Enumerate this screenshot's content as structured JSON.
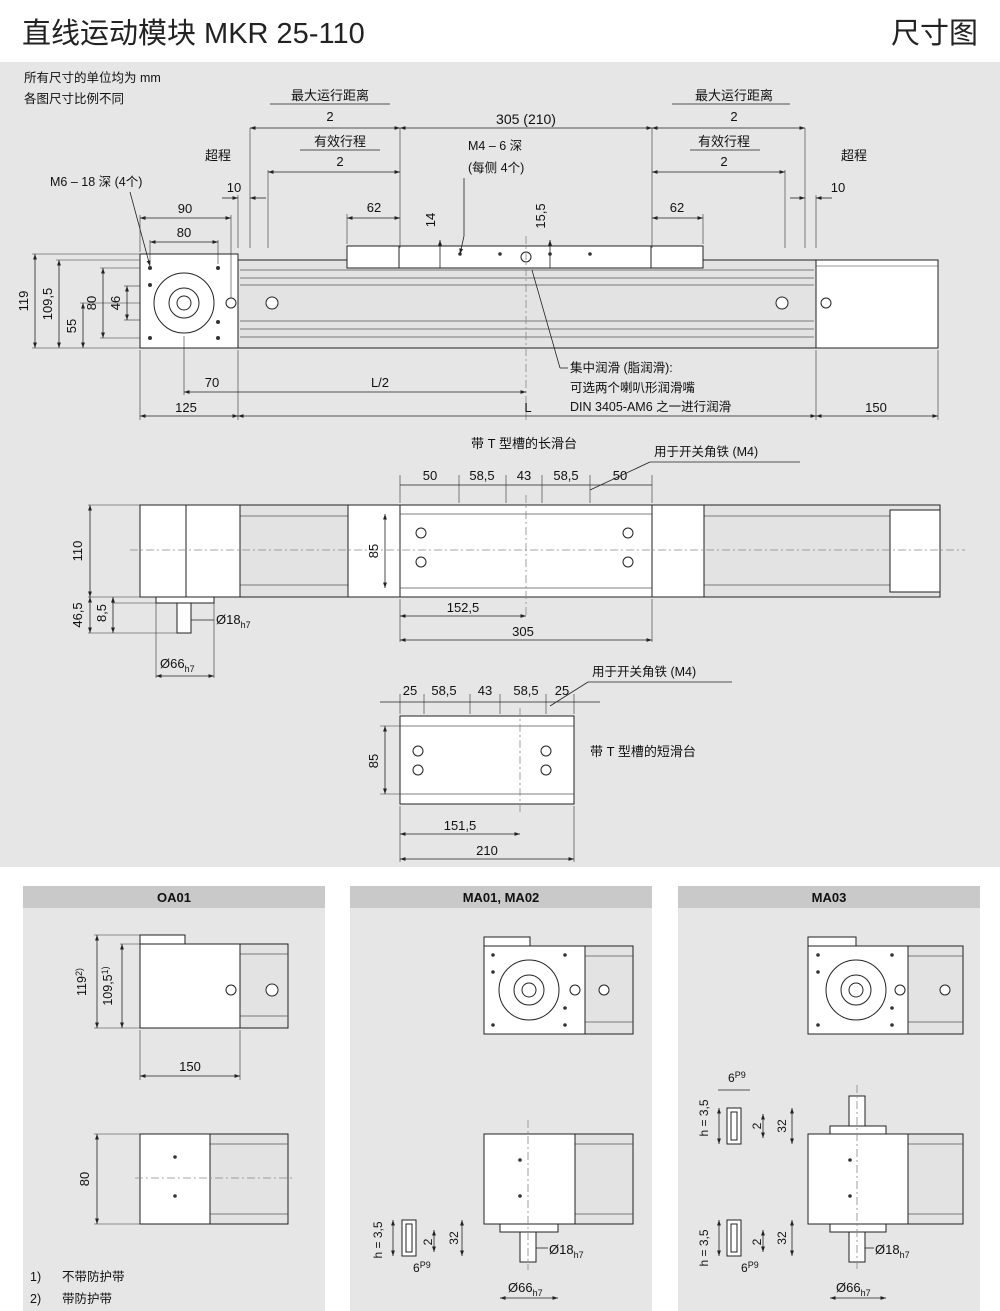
{
  "header": {
    "title": "直线运动模块 MKR 25-110",
    "section": "尺寸图"
  },
  "notes": [
    "所有尺寸的单位均为 mm",
    "各图尺寸比例不同"
  ],
  "top_view": {
    "labels": {
      "max_travel_left": "最大运行距离",
      "max_travel_right": "最大运行距离",
      "eff_stroke_left": "有效行程",
      "eff_stroke_right": "有效行程",
      "overrun_left": "超程",
      "overrun_right": "超程",
      "note2_left_a": "2",
      "note2_left_b": "2",
      "note2_right_a": "2",
      "note2_right_b": "2",
      "carriage_len": "305 (210)",
      "thread_left": "M6 – 18 深 (4个)",
      "thread_top_1": "M4 – 6 深",
      "thread_top_2": "(每侧 4个)",
      "lube_1": "集中润滑 (脂润滑):",
      "lube_2": "可选两个喇叭形润滑嘴",
      "lube_3": "DIN 3405-AM6 之一进行润滑"
    },
    "dims": {
      "d10_left": "10",
      "d10_right": "10",
      "d62_left": "62",
      "d62_right": "62",
      "d90": "90",
      "d80": "80",
      "d14": "14",
      "d155": "15,5",
      "h119": "119",
      "h1095": "109,5",
      "h55": "55",
      "h80": "80",
      "h46": "46",
      "d70": "70",
      "dL2": "L/2",
      "dL": "L",
      "d125": "125",
      "d150": "150"
    }
  },
  "long_carriage": {
    "title": "带 T 型槽的长滑台",
    "switch_label": "用于开关角铁 (M4)",
    "dims": {
      "a50": "50",
      "a585": "58,5",
      "a43": "43",
      "b585": "58,5",
      "b50": "50",
      "h85": "85",
      "h110": "110",
      "h465": "46,5",
      "h85s": "8,5",
      "d1525": "152,5",
      "d305": "305",
      "shaft18": "Ø18",
      "shaft18t": "h7",
      "shaft66": "Ø66",
      "shaft66t": "h7"
    }
  },
  "short_carriage": {
    "title": "带 T 型槽的短滑台",
    "switch_label": "用于开关角铁 (M4)",
    "dims": {
      "a25": "25",
      "a585": "58,5",
      "a43": "43",
      "b585": "58,5",
      "b25": "25",
      "h85": "85",
      "d1515": "151,5",
      "d210": "210"
    }
  },
  "panels": {
    "oa01": {
      "title": "OA01",
      "h119": "119",
      "h119sup": "2)",
      "h1095": "109,5",
      "h1095sup": "1)",
      "d150": "150",
      "h80": "80"
    },
    "ma0102": {
      "title": "MA01, MA02",
      "h35": "h = 3,5",
      "d2": "2",
      "d32": "32",
      "d6": "6",
      "d6t": "P9",
      "shaft18": "Ø18",
      "shaft18t": "h7",
      "shaft66": "Ø66",
      "shaft66t": "h7"
    },
    "ma03": {
      "title": "MA03",
      "h35a": "h = 3,5",
      "d2a": "2",
      "d32a": "32",
      "d6a": "6",
      "d6at": "P9",
      "h35b": "h = 3,5",
      "d2b": "2",
      "d32b": "32",
      "d6b": "6",
      "d6bt": "P9",
      "shaft18": "Ø18",
      "shaft18t": "h7",
      "shaft66": "Ø66",
      "shaft66t": "h7"
    }
  },
  "footnotes": [
    {
      "num": "1)",
      "text": "不带防护带"
    },
    {
      "num": "2)",
      "text": "带防护带"
    }
  ]
}
